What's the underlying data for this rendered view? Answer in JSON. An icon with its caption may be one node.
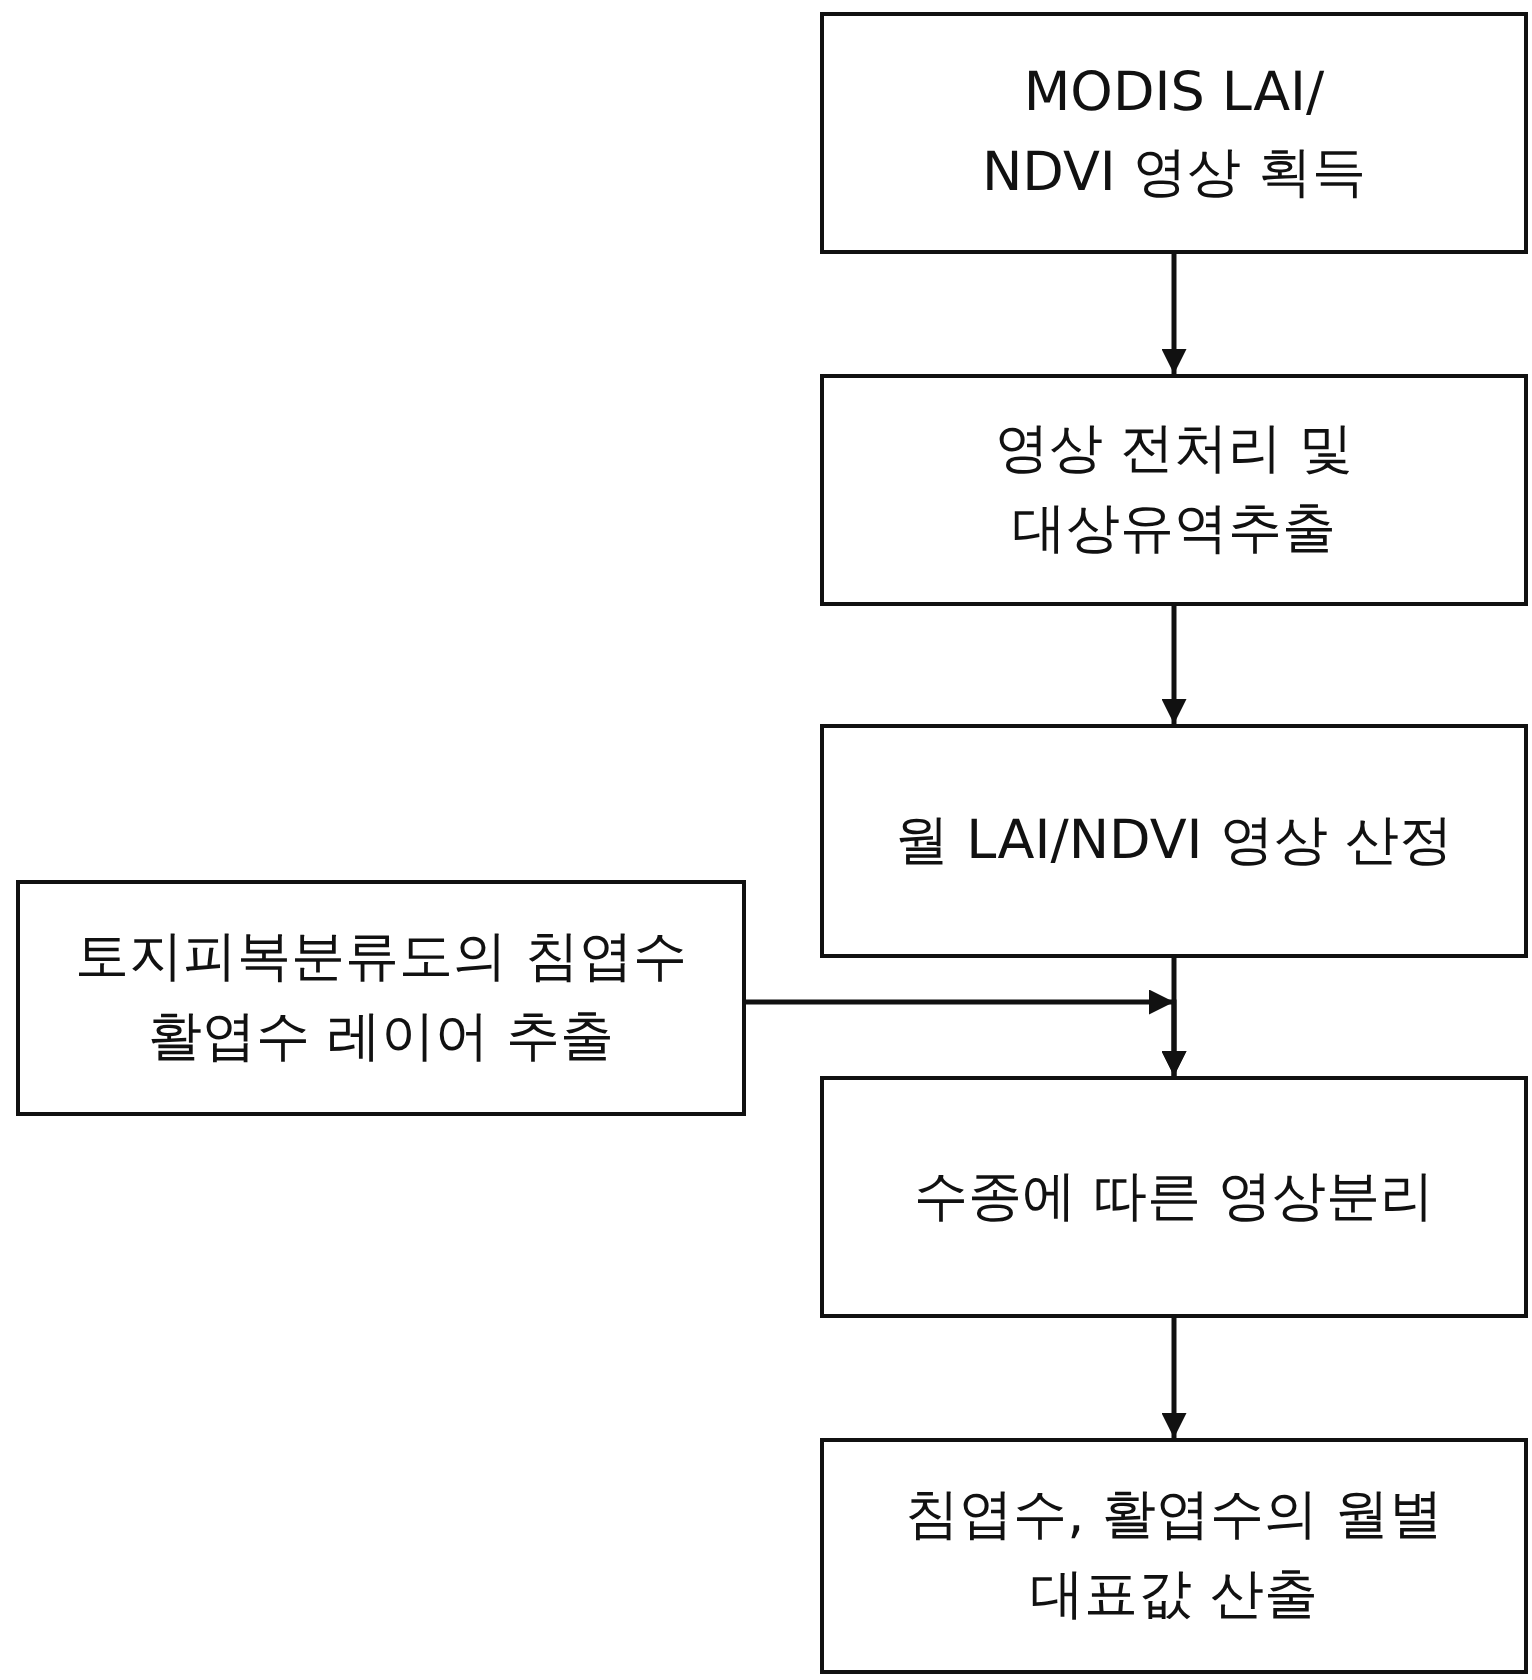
{
  "diagram": {
    "nodes": [
      {
        "text": [
          "MODIS LAI/ NDVI 영상 획득"
        ]
      },
      {
        "text": [
          "영상 전처리 및 대상유역추출"
        ]
      },
      {
        "text": [
          "월 LAI/NDVI 영상 산정"
        ]
      },
      {
        "text": [
          "토지피복분류도의 침엽수 활엽수 레이어 추출"
        ]
      },
      {
        "text": [
          "수종에 따른 영상분리"
        ]
      },
      {
        "text": [
          "침엽수, 활엽수의 월별 대표값 산출"
        ]
      }
    ],
    "edges": [
      {
        "from": 0,
        "to": 1,
        "arrow": "to"
      },
      {
        "from": 1,
        "to": 2,
        "arrow": "to"
      },
      {
        "from": 2,
        "to": 4,
        "arrow": "to"
      },
      {
        "from": 3,
        "to": 4,
        "arrow": "to"
      },
      {
        "from": 4,
        "to": 5,
        "arrow": "to"
      }
    ]
  }
}
